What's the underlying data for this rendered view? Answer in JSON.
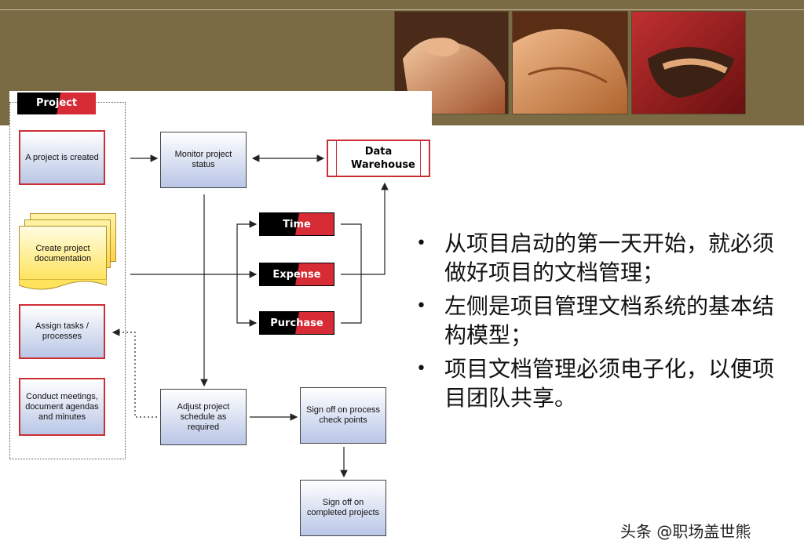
{
  "header": {
    "photos": [
      "hands-photo-1",
      "hands-photo-2",
      "hands-photo-3"
    ]
  },
  "diagram": {
    "tab_label": "Project",
    "left_column": {
      "created": "A project is created",
      "documentation": "Create project documentation",
      "assign": "Assign tasks / processes",
      "meetings": "Conduct meetings, document agendas and minutes"
    },
    "monitor": "Monitor project status",
    "data_warehouse": "Data Warehouse",
    "bars": {
      "time": "Time",
      "expense": "Expense",
      "purchase": "Purchase"
    },
    "adjust": "Adjust project schedule as required",
    "signoff_check": "Sign off on process check points",
    "signoff_completed": "Sign off on completed projects"
  },
  "bullets": [
    "从项目启动的第一天开始，就必须做好项目的文档管理；",
    "左侧是项目管理文档系统的基本结构模型；",
    "项目文档管理必须电子化，以便项目团队共享。"
  ],
  "watermark": "头条 @职场盖世熊",
  "colors": {
    "band": "#7b6b45",
    "accent_red": "#d72b36",
    "box_gradient_end": "#b9c6e6"
  }
}
